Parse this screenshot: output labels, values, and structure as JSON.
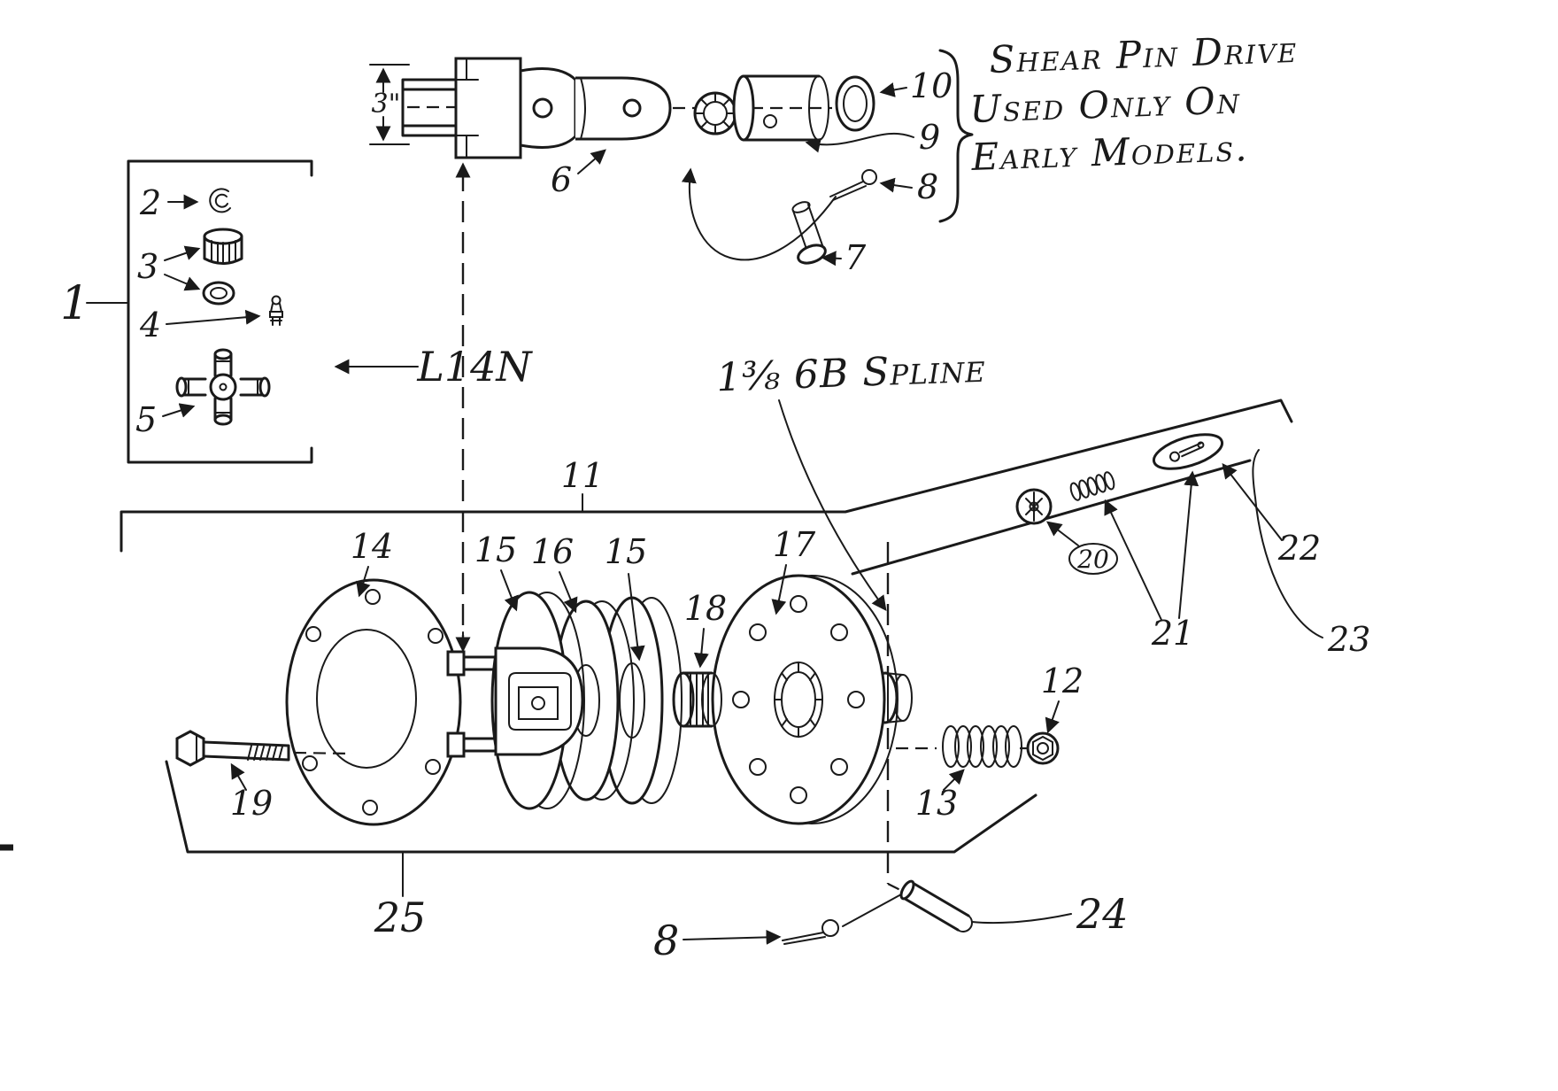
{
  "colors": {
    "ink": "#1a1a1a",
    "paper": "#ffffff"
  },
  "annotations": {
    "note_line1": "Shear Pin Drive",
    "note_line2": "Used Only On",
    "note_line3": "Early Models.",
    "model_code": "L14N",
    "spline_spec": "1⅜ 6B Spline",
    "dimension": "3\""
  },
  "part_labels": {
    "p1": "1",
    "p2": "2",
    "p3": "3",
    "p4": "4",
    "p5": "5",
    "p6": "6",
    "p7": "7",
    "p8_top": "8",
    "p8_bottom": "8",
    "p9": "9",
    "p10": "10",
    "p11": "11",
    "p12": "12",
    "p13": "13",
    "p14": "14",
    "p15_left": "15",
    "p15_right": "15",
    "p16": "16",
    "p17": "17",
    "p18": "18",
    "p19": "19",
    "p20": "20",
    "p21": "21",
    "p22": "22",
    "p23": "23",
    "p24": "24",
    "p25": "25"
  }
}
